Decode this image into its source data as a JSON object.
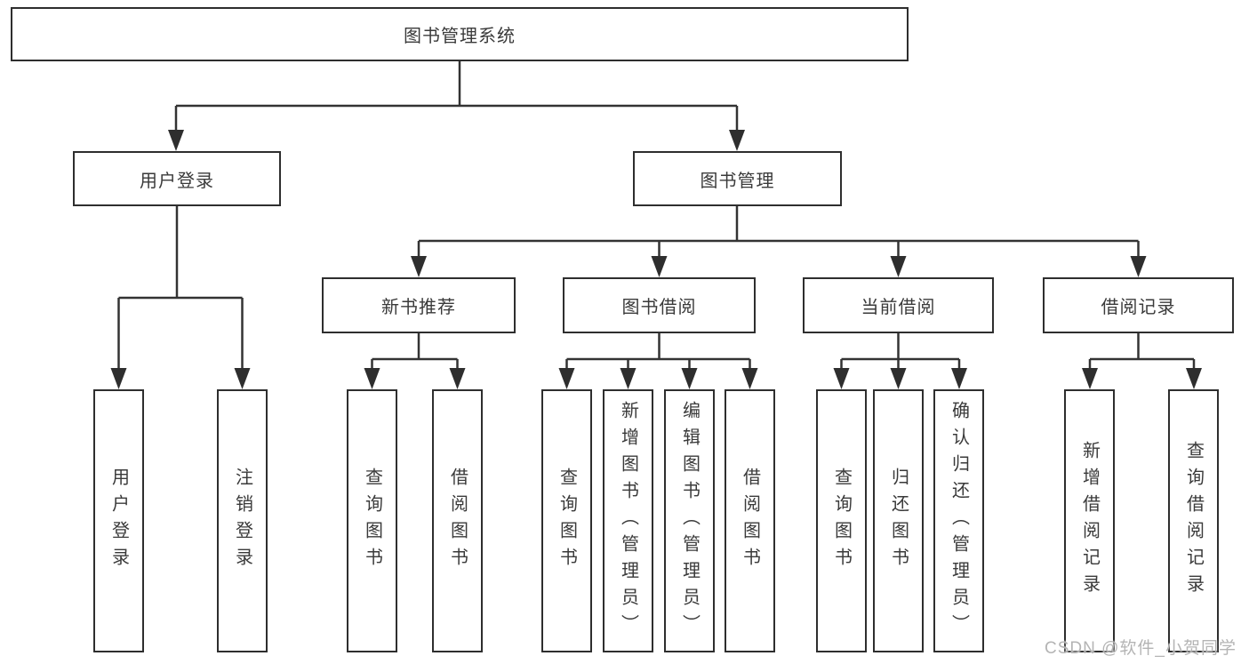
{
  "diagram_type": "hierarchy-diagram",
  "tree": {
    "label": "图书管理系统",
    "children": [
      {
        "label": "用户登录",
        "children": [
          {
            "label": "用户登录"
          },
          {
            "label": "注销登录"
          }
        ]
      },
      {
        "label": "图书管理",
        "children": [
          {
            "label": "新书推荐",
            "children": [
              {
                "label": "查询图书"
              },
              {
                "label": "借阅图书"
              }
            ]
          },
          {
            "label": "图书借阅",
            "children": [
              {
                "label": "查询图书"
              },
              {
                "label": "新增图书（管理员）"
              },
              {
                "label": "编辑图书（管理员）"
              },
              {
                "label": "借阅图书"
              }
            ]
          },
          {
            "label": "当前借阅",
            "children": [
              {
                "label": "查询图书"
              },
              {
                "label": "归还图书"
              },
              {
                "label": "确认归还（管理员）"
              }
            ]
          },
          {
            "label": "借阅记录",
            "children": [
              {
                "label": "新增借阅记录"
              },
              {
                "label": "查询借阅记录"
              }
            ]
          }
        ]
      }
    ]
  },
  "watermark": {
    "text": "CSDN @软件_小贺同学"
  },
  "colors": {
    "line": "#333333",
    "border": "#2e2e2e",
    "text": "#3a3a3a",
    "background": "#ffffff",
    "watermark": "#b4b4b4"
  }
}
